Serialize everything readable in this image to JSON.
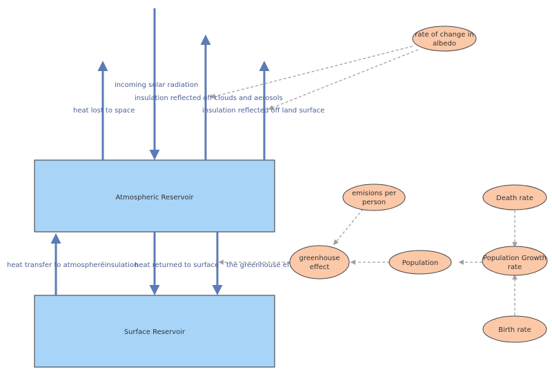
{
  "colors": {
    "reservoir_fill": "#a8d4f8",
    "reservoir_stroke": "#333333",
    "flow_arrow": "#5b7cb6",
    "flow_label": "#4a5f96",
    "node_fill": "#fbc8a8",
    "node_stroke": "#444444",
    "link": "#a0a0a0"
  },
  "reservoirs": {
    "atmospheric": "Atmospheric Reservoir",
    "surface": "Surface Reservoir"
  },
  "flows": {
    "incoming_solar": "incoming solar radiation",
    "reflected_clouds": "insulation reflected off clouds and aerosols",
    "heat_lost": "heat lost to space",
    "reflected_land": "insulation reflected off land surface",
    "heat_transfer": "heat transfer to atmospherëinsulation",
    "heat_returned": "heat returned to surface",
    "greenhouse_flow": "the greenhouse eff"
  },
  "nodes": {
    "albedo_line1": "rate of change in",
    "albedo_line2": "albedo",
    "emissions_line1": "emisions per",
    "emissions_line2": "person",
    "greenhouse_line1": "greenhouse",
    "greenhouse_line2": "effect",
    "population": "Population",
    "growth_line1": "Population Growth",
    "growth_line2": "rate",
    "death_rate": "Death rate",
    "birth_rate": "Birth rate"
  }
}
